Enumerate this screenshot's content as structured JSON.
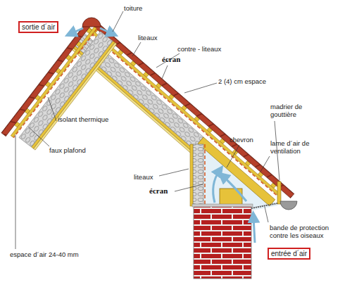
{
  "diagram": {
    "nodes": [
      {
        "text": [
          "sortie d´air"
        ]
      },
      {
        "text": [
          "entrée d´air"
        ]
      }
    ],
    "labels": [
      "toiture",
      "liteaux",
      "contre - liteaux",
      "écran",
      "2 (4) cm espace",
      "madrier de gouttière",
      "isolant thermique",
      "faux plafond",
      "chevron",
      "lame d´air de ventilation",
      "liteaux",
      "écran",
      "bande de protection contre les oiseaux",
      "espace d´air 24-40 mm"
    ]
  }
}
